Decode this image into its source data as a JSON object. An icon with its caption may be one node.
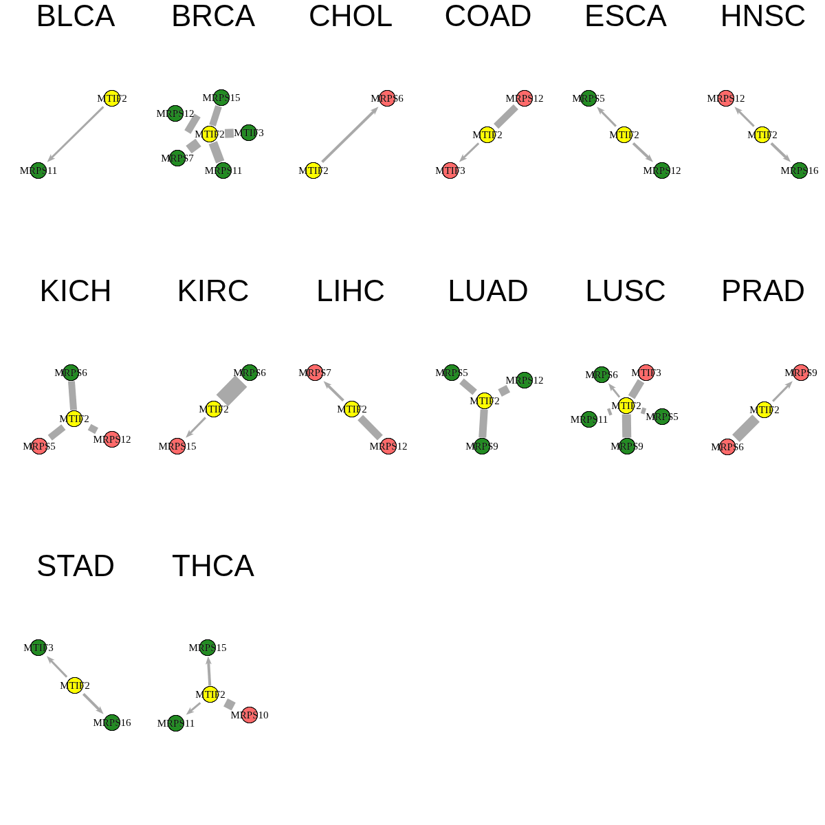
{
  "diagram": {
    "nodes": [
      {
        "text": [
          "MTIF2"
        ]
      },
      {
        "text": [
          "MRPS11"
        ]
      },
      {
        "text": [
          "MRPS15"
        ]
      },
      {
        "text": [
          "MRPS12"
        ]
      },
      {
        "text": [
          "MTIF2"
        ]
      },
      {
        "text": [
          "MTIF3"
        ]
      },
      {
        "text": [
          "MRPS7"
        ]
      },
      {
        "text": [
          "MRPS11"
        ]
      },
      {
        "text": [
          "MRPS6"
        ]
      },
      {
        "text": [
          "MTIF2"
        ]
      },
      {
        "text": [
          "MRPS12"
        ]
      },
      {
        "text": [
          "MTIF2"
        ]
      },
      {
        "text": [
          "MTIF3"
        ]
      },
      {
        "text": [
          "MRPS5"
        ]
      },
      {
        "text": [
          "MTIF2"
        ]
      },
      {
        "text": [
          "MRPS12"
        ]
      },
      {
        "text": [
          "MRPS12"
        ]
      },
      {
        "text": [
          "MTIF2"
        ]
      },
      {
        "text": [
          "MRPS16"
        ]
      },
      {
        "text": [
          "MRPS6"
        ]
      },
      {
        "text": [
          "MTIF2"
        ]
      },
      {
        "text": [
          "MRPS5"
        ]
      },
      {
        "text": [
          "MRPS12"
        ]
      },
      {
        "text": [
          "MRPS6"
        ]
      },
      {
        "text": [
          "MTIF2"
        ]
      },
      {
        "text": [
          "MRPS15"
        ]
      },
      {
        "text": [
          "MRPS7"
        ]
      },
      {
        "text": [
          "MTIF2"
        ]
      },
      {
        "text": [
          "MRPS12"
        ]
      },
      {
        "text": [
          "MRPS5"
        ]
      },
      {
        "text": [
          "MRPS12"
        ]
      },
      {
        "text": [
          "MTIF2"
        ]
      },
      {
        "text": [
          "MRPS9"
        ]
      },
      {
        "text": [
          "MRPS6"
        ]
      },
      {
        "text": [
          "MTIF3"
        ]
      },
      {
        "text": [
          "MTIF2"
        ]
      },
      {
        "text": [
          "MRPS11"
        ]
      },
      {
        "text": [
          "MRPS5"
        ]
      },
      {
        "text": [
          "MRPS9"
        ]
      },
      {
        "text": [
          "MRPS9"
        ]
      },
      {
        "text": [
          "MTIF2"
        ]
      },
      {
        "text": [
          "MRPS6"
        ]
      },
      {
        "text": [
          "MTIF3"
        ]
      },
      {
        "text": [
          "MTIF2"
        ]
      },
      {
        "text": [
          "MRPS16"
        ]
      },
      {
        "text": [
          "MRPS15"
        ]
      },
      {
        "text": [
          "MTIF2"
        ]
      },
      {
        "text": [
          "MRPS10"
        ]
      },
      {
        "text": [
          "MRPS11"
        ]
      }
    ],
    "edges": [
      {
        "from": 0,
        "to": 1,
        "arrow": "to"
      },
      {
        "from": 4,
        "to": 2,
        "arrow": "none"
      },
      {
        "from": 4,
        "to": 3,
        "arrow": "none",
        "style": "thick"
      },
      {
        "from": 4,
        "to": 5,
        "arrow": "none"
      },
      {
        "from": 4,
        "to": 6,
        "arrow": "none"
      },
      {
        "from": 4,
        "to": 7,
        "arrow": "none"
      },
      {
        "from": 9,
        "to": 8,
        "arrow": "to"
      },
      {
        "from": 11,
        "to": 10,
        "arrow": "none"
      },
      {
        "from": 11,
        "to": 12,
        "arrow": "to"
      },
      {
        "from": 14,
        "to": 13,
        "arrow": "to"
      },
      {
        "from": 14,
        "to": 15,
        "arrow": "to"
      },
      {
        "from": 17,
        "to": 16,
        "arrow": "to"
      },
      {
        "from": 17,
        "to": 18,
        "arrow": "to"
      },
      {
        "from": 20,
        "to": 19,
        "arrow": "none"
      },
      {
        "from": 20,
        "to": 21,
        "arrow": "none"
      },
      {
        "from": 20,
        "to": 22,
        "arrow": "none"
      },
      {
        "from": 24,
        "to": 23,
        "arrow": "none",
        "style": "thick"
      },
      {
        "from": 24,
        "to": 25,
        "arrow": "to"
      },
      {
        "from": 27,
        "to": 26,
        "arrow": "to"
      },
      {
        "from": 27,
        "to": 28,
        "arrow": "none"
      },
      {
        "from": 31,
        "to": 29,
        "arrow": "none"
      },
      {
        "from": 31,
        "to": 30,
        "arrow": "none"
      },
      {
        "from": 31,
        "to": 32,
        "arrow": "none"
      },
      {
        "from": 35,
        "to": 33,
        "arrow": "to"
      },
      {
        "from": 35,
        "to": 34,
        "arrow": "none"
      },
      {
        "from": 35,
        "to": 36,
        "arrow": "none"
      },
      {
        "from": 35,
        "to": 37,
        "arrow": "none"
      },
      {
        "from": 35,
        "to": 38,
        "arrow": "none"
      },
      {
        "from": 40,
        "to": 39,
        "arrow": "to"
      },
      {
        "from": 40,
        "to": 41,
        "arrow": "none"
      },
      {
        "from": 43,
        "to": 42,
        "arrow": "to"
      },
      {
        "from": 43,
        "to": 44,
        "arrow": "to"
      },
      {
        "from": 46,
        "to": 45,
        "arrow": "to"
      },
      {
        "from": 46,
        "to": 47,
        "arrow": "none"
      },
      {
        "from": 46,
        "to": 48,
        "arrow": "to"
      }
    ],
    "labels": [
      "BLCA",
      "BRCA",
      "CHOL",
      "COAD",
      "ESCA",
      "HNSC",
      "KICH",
      "KIRC",
      "LIHC",
      "LUAD",
      "LUSC",
      "PRAD",
      "STAD",
      "THCA"
    ]
  }
}
